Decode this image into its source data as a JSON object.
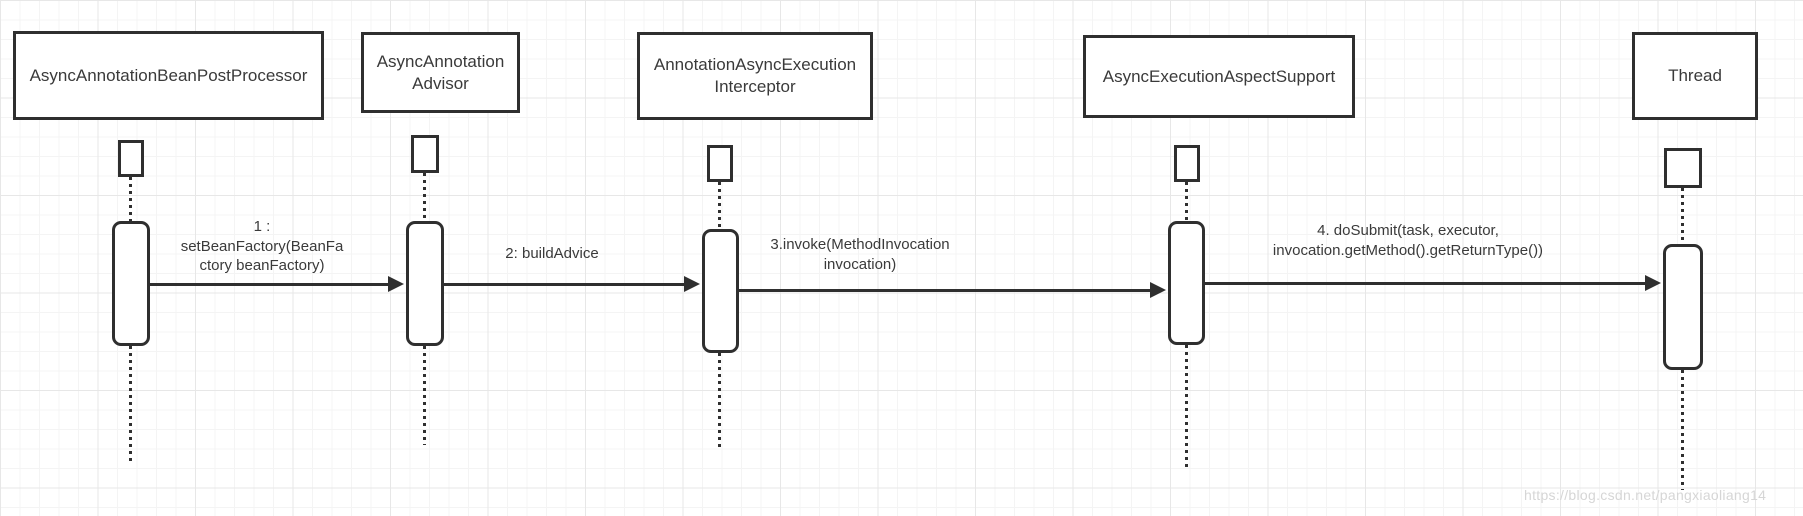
{
  "diagram": {
    "kind": "uml-sequence-diagram",
    "watermark": "https://blog.csdn.net/pangxiaoliang14",
    "colors": {
      "stroke": "#2f2f2f",
      "text": "#3a3a3a",
      "background": "#ffffff",
      "grid_minor": "#f4f4f4",
      "grid_major": "#e7e7e7",
      "watermark": "#d6d6d6"
    }
  },
  "lifelines": [
    {
      "label": "AsyncAnnotationBeanPostProcessor"
    },
    {
      "label": "AsyncAnnotation\nAdvisor"
    },
    {
      "label": "AnnotationAsyncExecution\nInterceptor"
    },
    {
      "label": "AsyncExecutionAspectSupport"
    },
    {
      "label": "Thread"
    }
  ],
  "messages": [
    {
      "label": "1 :\nsetBeanFactory(BeanFa\nctory beanFactory)",
      "from": "AsyncAnnotationBeanPostProcessor",
      "to": "AsyncAnnotation Advisor"
    },
    {
      "label": "2: buildAdvice",
      "from": "AsyncAnnotation Advisor",
      "to": "AnnotationAsyncExecution Interceptor"
    },
    {
      "label": "3.invoke(MethodInvocation\ninvocation)",
      "from": "AnnotationAsyncExecution Interceptor",
      "to": "AsyncExecutionAspectSupport"
    },
    {
      "label": "4. doSubmit(task, executor,\ninvocation.getMethod().getReturnType())",
      "from": "AsyncExecutionAspectSupport",
      "to": "Thread"
    }
  ]
}
